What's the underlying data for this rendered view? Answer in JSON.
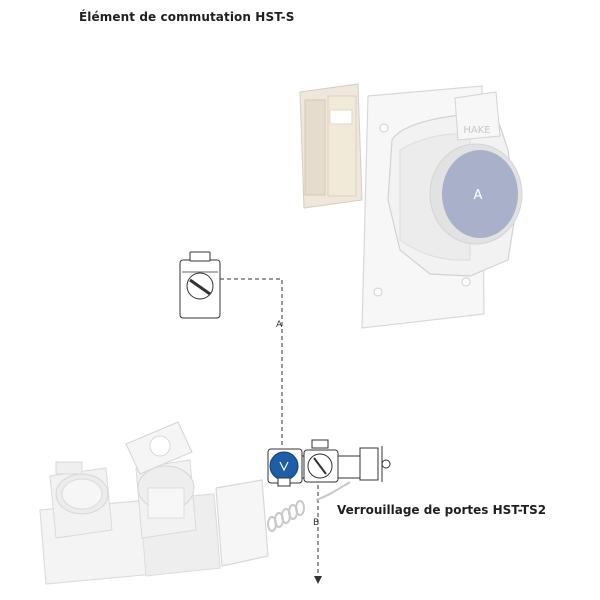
{
  "title": "Élément de commutation HST-S",
  "door_interlock_label": "Verrouillage de portes HST-TS2",
  "switch_disc_label": "A",
  "brand_mark": "HAKE",
  "line_labels": {
    "a": "A",
    "b": "B"
  },
  "colors": {
    "dashed_line": "#333333",
    "disc": "#a9b0c9",
    "device_outline": "#d8d8d8",
    "interlock_knob": "#1c5fa8"
  },
  "icons": [
    "switch-symbol-icon",
    "interlock-icon",
    "arrow-down-icon"
  ]
}
